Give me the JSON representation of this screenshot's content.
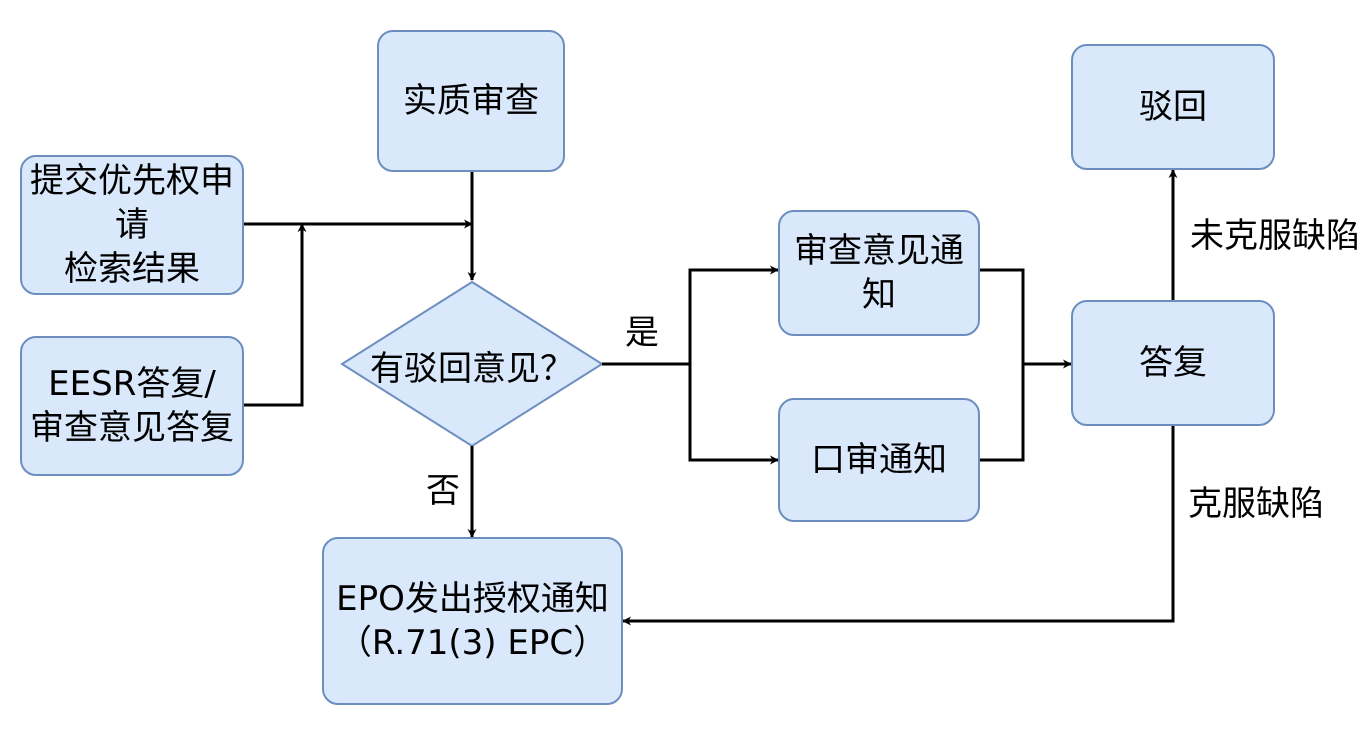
{
  "nodes": {
    "substantive_exam": {
      "lines": [
        "实质审查"
      ]
    },
    "submit_priority": {
      "lines": [
        "提交优先权申请",
        "检索结果"
      ]
    },
    "eesr_reply": {
      "lines": [
        "EESR答复/",
        "审查意见答复"
      ]
    },
    "decision": {
      "lines": [
        "有驳回意见？"
      ]
    },
    "exam_opinion_notice": {
      "lines": [
        "审查意见通知"
      ]
    },
    "oral_notice": {
      "lines": [
        "口审通知"
      ]
    },
    "reply": {
      "lines": [
        "答复"
      ]
    },
    "reject": {
      "lines": [
        "驳回"
      ]
    },
    "grant_notice": {
      "lines": [
        "EPO发出授权通知",
        "（R.71(3) EPC）"
      ]
    }
  },
  "edges": {
    "yes": "是",
    "no": "否",
    "not_overcome": "未克服缺陷",
    "overcome": "克服缺陷"
  },
  "colors": {
    "node_fill": "#dae8fc",
    "node_stroke": "#6c8ebf",
    "edge": "#000000"
  }
}
